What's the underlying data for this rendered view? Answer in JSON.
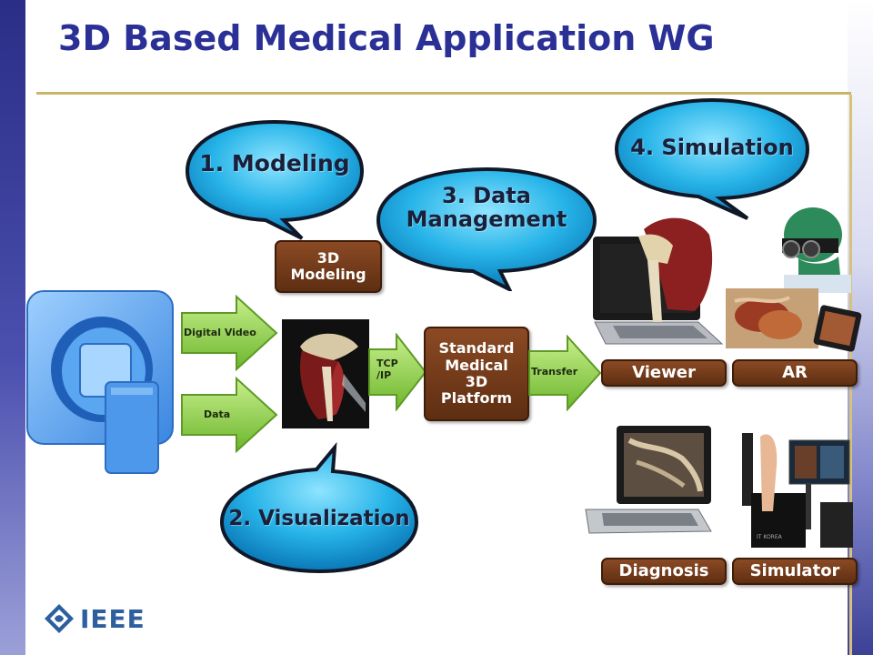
{
  "slide": {
    "title": "3D Based Medical Application WG"
  },
  "bubbles": {
    "modeling": "1.  Modeling",
    "data_management": "3. Data\nManagement",
    "simulation": "4. Simulation",
    "visualization": "2. Visualization"
  },
  "badges": {
    "modeling_3d": "3D\nModeling",
    "platform": "Standard\nMedical\n3D\nPlatform",
    "viewer": "Viewer",
    "ar": "AR",
    "diagnosis": "Diagnosis",
    "simulator": "Simulator"
  },
  "arrows": {
    "digital_video": "Digital Video",
    "data": "Data",
    "tcp_ip": "TCP\n/IP",
    "transfer": "Transfer"
  },
  "labels": {
    "simulator_brand": "IT KOREA"
  },
  "logo": {
    "text": "IEEE"
  },
  "colors": {
    "title": "#2b3096",
    "bubble_fill": "#27b4e8",
    "badge": "#6b3617",
    "arrow": "#8fcf4a"
  }
}
